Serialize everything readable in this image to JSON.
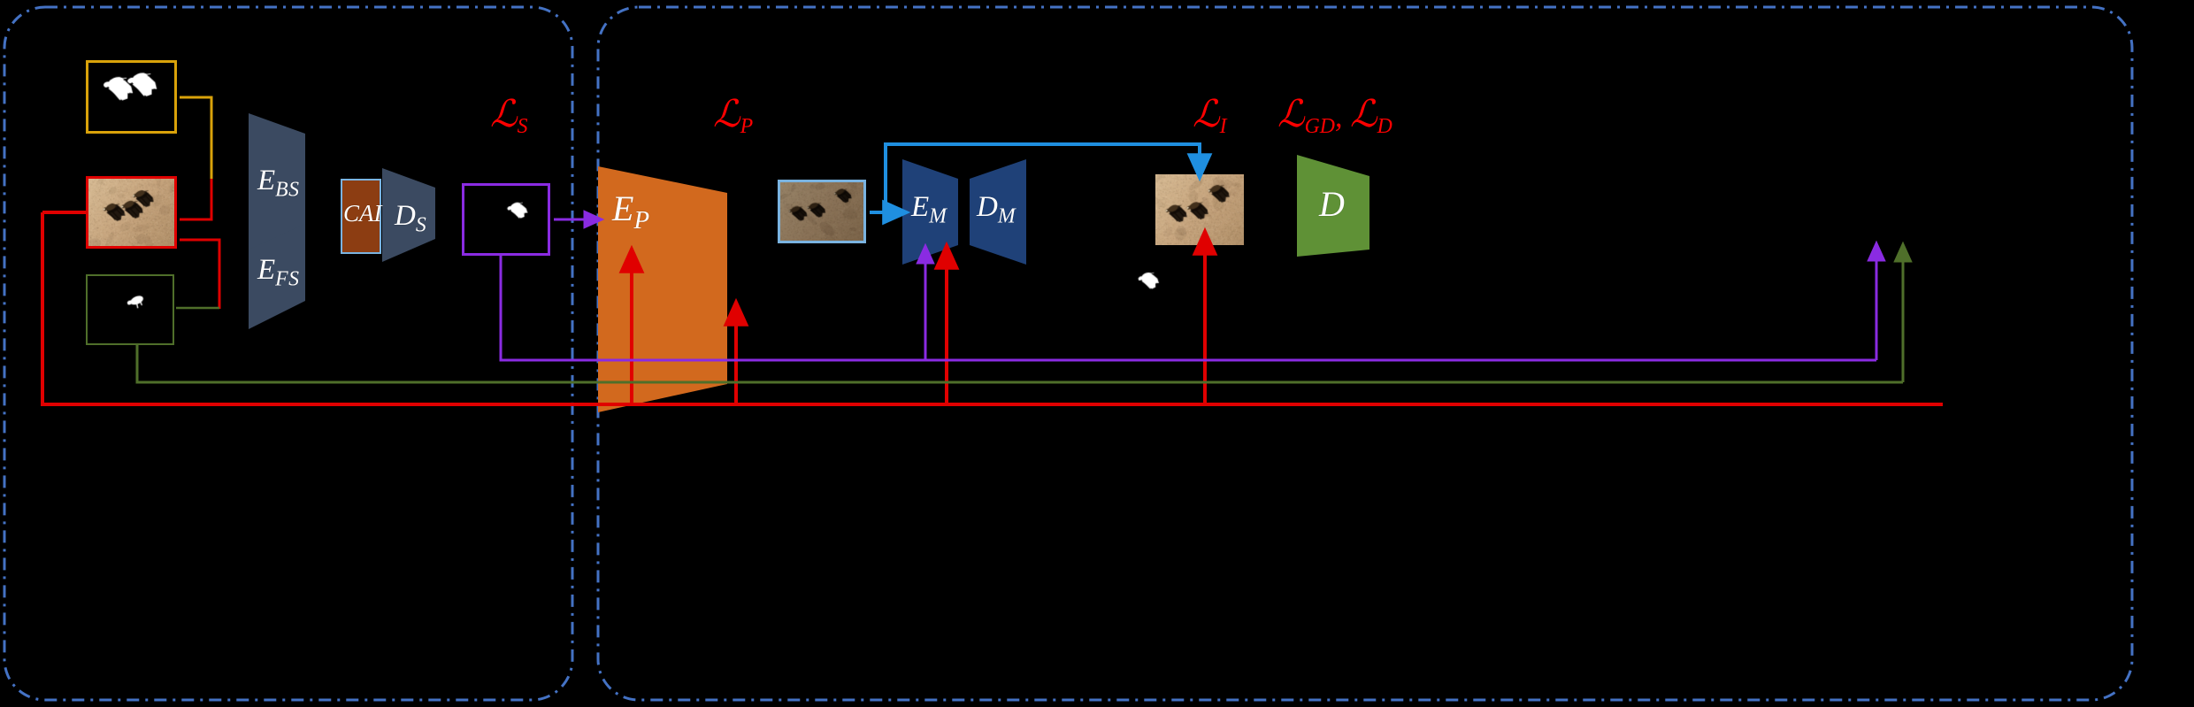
{
  "figure": {
    "title": "Shadow-aware GAN architecture diagram",
    "background": "#000000",
    "panels": [
      {
        "name": "shadow-branch-panel",
        "border_color": "#4472c4",
        "border_style": "dashed"
      },
      {
        "name": "image-branch-panel",
        "border_color": "#4472c4",
        "border_style": "dashed"
      }
    ]
  },
  "colors": {
    "background": "#000000",
    "panel_border": "#4472c4",
    "encoder_slate": "#3b4a61",
    "cai_brown": "#8c3d12",
    "cai_border": "#7ab3e0",
    "ep_orange": "#d2691e",
    "em_blue": "#1f4178",
    "discriminator_green": "#5f9136",
    "loss_red": "#ff0000",
    "arrow_red": "#e00000",
    "arrow_green": "#4f6f2a",
    "arrow_purple": "#8a2be2",
    "arrow_blue": "#1f8fe0",
    "arrow_gold": "#d9a20a",
    "mask_white": "#ffffff",
    "image_sand": "#c9ab84",
    "image_shadow": "#17100a"
  },
  "blocks": [
    {
      "id": "E_BS",
      "name": "encoder-bs",
      "label": "E",
      "sub": "BS",
      "fill": "#3b4a61",
      "shape": "trapezoid-right"
    },
    {
      "id": "E_FS",
      "name": "encoder-fs",
      "label": "E",
      "sub": "FS",
      "fill": "#3b4a61",
      "shape": "trapezoid-right"
    },
    {
      "id": "CAI",
      "name": "cai-module",
      "label": "CAI",
      "sub": "",
      "fill": "#8c3d12",
      "shape": "rect"
    },
    {
      "id": "D_S",
      "name": "decoder-shadow",
      "label": "D",
      "sub": "S",
      "fill": "#3b4a61",
      "shape": "trapezoid-left"
    },
    {
      "id": "E_P",
      "name": "encoder-paste",
      "label": "E",
      "sub": "P",
      "fill": "#d2691e",
      "shape": "trapezoid-right"
    },
    {
      "id": "E_M",
      "name": "encoder-merge",
      "label": "E",
      "sub": "M",
      "fill": "#1f4178",
      "shape": "trapezoid-right"
    },
    {
      "id": "D_M",
      "name": "decoder-merge",
      "label": "D",
      "sub": "M",
      "fill": "#1f4178",
      "shape": "trapezoid-left"
    },
    {
      "id": "D",
      "name": "discriminator",
      "label": "D",
      "sub": "",
      "fill": "#5f9136",
      "shape": "trapezoid-right"
    }
  ],
  "losses": [
    {
      "id": "L_S",
      "name": "loss-shadow",
      "symbol": "L",
      "sub": "S",
      "text": "ℒS"
    },
    {
      "id": "L_P",
      "name": "loss-paste",
      "symbol": "L",
      "sub": "P",
      "text": "ℒP"
    },
    {
      "id": "L_I",
      "name": "loss-image",
      "symbol": "L",
      "sub": "I",
      "text": "ℒI"
    },
    {
      "id": "L_GDD",
      "name": "loss-gan-discriminator",
      "symbol": "L",
      "sub": "GD, D",
      "text": "ℒGD, ℒD"
    }
  ],
  "images": [
    {
      "id": "mask_gt",
      "name": "ground-truth-shadow-mask",
      "kind": "mask",
      "border": "#d9a20a"
    },
    {
      "id": "input_img",
      "name": "input-shadow-image",
      "kind": "photo",
      "border": "#e00000"
    },
    {
      "id": "fg_mask",
      "name": "foreground-object-mask",
      "kind": "mask",
      "border": "#4f6f2a"
    },
    {
      "id": "pred_mask",
      "name": "predicted-shadow-mask",
      "kind": "mask",
      "border": "#8a2be2"
    },
    {
      "id": "pasted_img",
      "name": "pasted-composite-image",
      "kind": "photo",
      "border": "#7ab3e0"
    },
    {
      "id": "output_img",
      "name": "generated-output-image",
      "kind": "photo",
      "border": "none"
    },
    {
      "id": "loose_mask",
      "name": "free-object-silhouette",
      "kind": "mask",
      "border": "none"
    }
  ],
  "arrows": [
    {
      "name": "gold-mask-to-ebs",
      "color": "#d9a20a"
    },
    {
      "name": "red-input-to-ebs",
      "color": "#e00000"
    },
    {
      "name": "red-input-to-efs",
      "color": "#e00000"
    },
    {
      "name": "green-fgmask-to-efs",
      "color": "#4f6f2a"
    },
    {
      "name": "purple-predmask-to-ep",
      "color": "#8a2be2"
    },
    {
      "name": "blue-pasted-to-em",
      "color": "#1f8fe0"
    },
    {
      "name": "blue-skip-to-output",
      "color": "#1f8fe0"
    },
    {
      "name": "red-feedback-to-ep",
      "color": "#e00000"
    },
    {
      "name": "red-feedback-to-lossp",
      "color": "#e00000"
    },
    {
      "name": "red-feedback-to-em",
      "color": "#e00000"
    },
    {
      "name": "red-feedback-to-output",
      "color": "#e00000"
    },
    {
      "name": "red-feedback-to-d",
      "color": "#e00000"
    },
    {
      "name": "purple-feedback-to-em",
      "color": "#8a2be2"
    },
    {
      "name": "purple-feedback-to-d",
      "color": "#8a2be2"
    },
    {
      "name": "green-feedback-to-d",
      "color": "#4f6f2a"
    }
  ]
}
